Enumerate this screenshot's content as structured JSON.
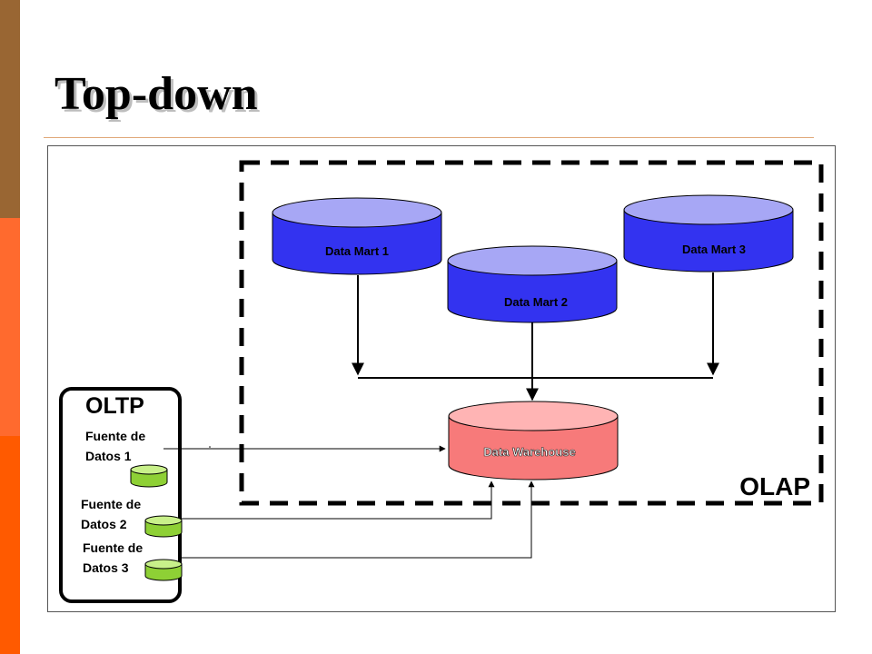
{
  "slide": {
    "title": "Top-down"
  },
  "diagram": {
    "olap_label": "OLAP",
    "oltp_label": "OLTP",
    "data_marts": [
      {
        "label": "Data Mart 1"
      },
      {
        "label": "Data Mart 2"
      },
      {
        "label": "Data Mart 3"
      }
    ],
    "warehouse_label": "Data Warehouse",
    "sources": [
      {
        "line1": "Fuente de",
        "line2": "Datos 1"
      },
      {
        "line1": "Fuente de",
        "line2": "Datos 2"
      },
      {
        "line1": "Fuente de",
        "line2": "Datos 3"
      }
    ],
    "colors": {
      "mart_top": "#a7a7f5",
      "mart_body": "#3333f0",
      "warehouse_top": "#ffb4b4",
      "warehouse_body": "#f77a7a",
      "source_top": "#c8f08a",
      "source_body": "#8ed035"
    }
  }
}
